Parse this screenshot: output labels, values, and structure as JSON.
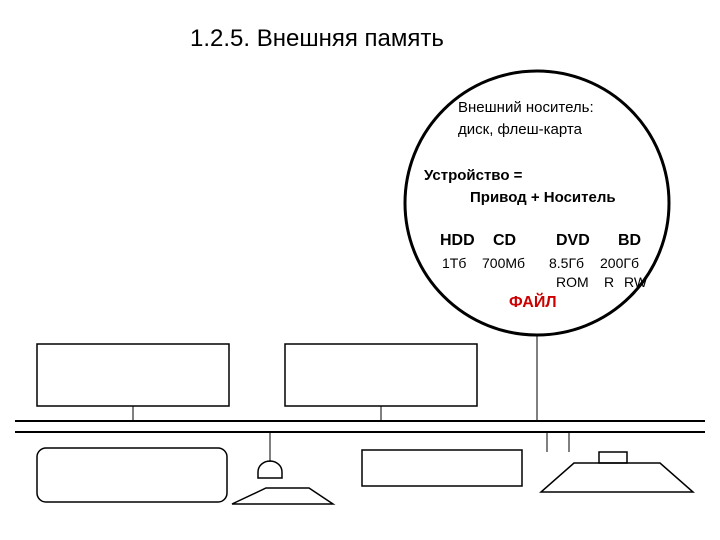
{
  "title": "1.2.5. Внешняя память",
  "carrier": {
    "line1": "Внешний носитель:",
    "line2": "диск, флеш-карта"
  },
  "formula": {
    "line1": "Устройство =",
    "line2": "Привод  + Носитель"
  },
  "media": {
    "names": [
      "HDD",
      "CD",
      "DVD",
      "BD"
    ],
    "sizes": [
      "1Тб",
      "700Мб",
      "8.5Гб",
      "200Гб"
    ],
    "formats": [
      "ROM",
      "R",
      "RW"
    ]
  },
  "file_label": "ФАЙЛ",
  "colors": {
    "stroke": "#000000",
    "file_label": "#cc0000",
    "background": "#ffffff"
  }
}
